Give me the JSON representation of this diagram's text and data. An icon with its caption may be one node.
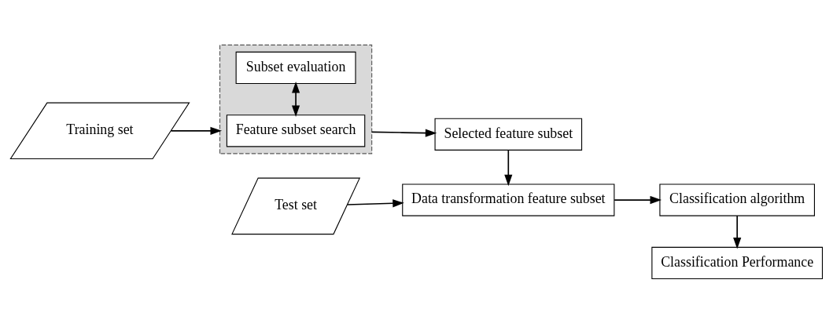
{
  "diagram": {
    "nodes": [
      {
        "text": [
          "Training set"
        ]
      },
      {
        "text": [],
        "shape": "box"
      },
      {
        "text": [
          "Feature subset search"
        ],
        "in": 1
      },
      {
        "text": [
          "Subset evaluation"
        ],
        "in": 1
      },
      {
        "text": [
          "Selected feature subset"
        ]
      },
      {
        "text": [
          "Classification Performance"
        ]
      },
      {
        "text": [
          "Test set"
        ]
      },
      {
        "text": [
          "Data transformation feature subset"
        ]
      },
      {
        "text": [
          "Classification algorithm"
        ]
      }
    ],
    "edges": [
      {
        "from": 0,
        "to": 1,
        "arrow": "to"
      },
      {
        "from": 2,
        "to": 3,
        "arrow": "both"
      },
      {
        "from": 1,
        "to": 4,
        "arrow": "to"
      },
      {
        "from": 4,
        "to": 7,
        "arrow": "to"
      },
      {
        "from": 6,
        "to": 7,
        "arrow": "to"
      },
      {
        "from": 7,
        "to": 8,
        "arrow": "to"
      },
      {
        "from": 8,
        "to": 5,
        "arrow": "to"
      }
    ]
  }
}
